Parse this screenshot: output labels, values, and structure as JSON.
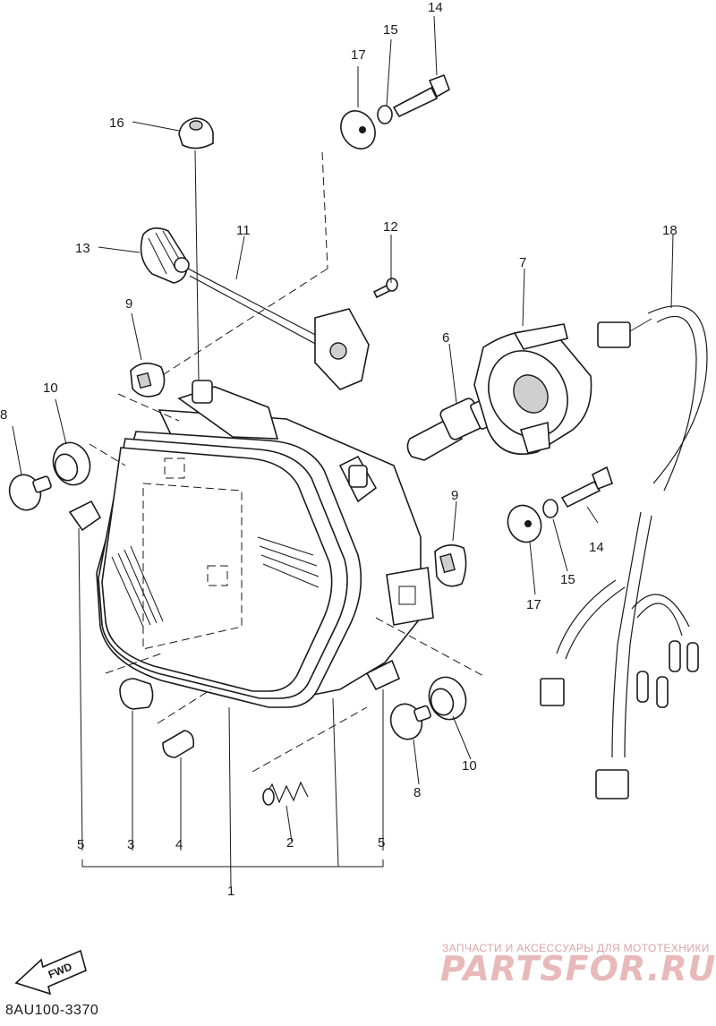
{
  "diagram": {
    "callouts": {
      "c1": "1",
      "c2": "2",
      "c3": "3",
      "c4": "4",
      "c5a": "5",
      "c5b": "5",
      "c6": "6",
      "c7": "7",
      "c8a": "8",
      "c8b": "8",
      "c9a": "9",
      "c9b": "9",
      "c10a": "10",
      "c10b": "10",
      "c11": "11",
      "c12": "12",
      "c13": "13",
      "c14a": "14",
      "c14b": "14",
      "c15a": "15",
      "c15b": "15",
      "c16": "16",
      "c17a": "17",
      "c17b": "17",
      "c18": "18"
    },
    "fwd_label": "FWD",
    "diagram_code": "8AU100-3370"
  },
  "watermark": {
    "tagline": "ЗАПЧАСТИ И АКСЕССУАРЫ ДЛЯ МОТОТЕХНИКИ",
    "logo_text": "PARTSFOR.RU",
    "color": "#e8b9b9"
  }
}
